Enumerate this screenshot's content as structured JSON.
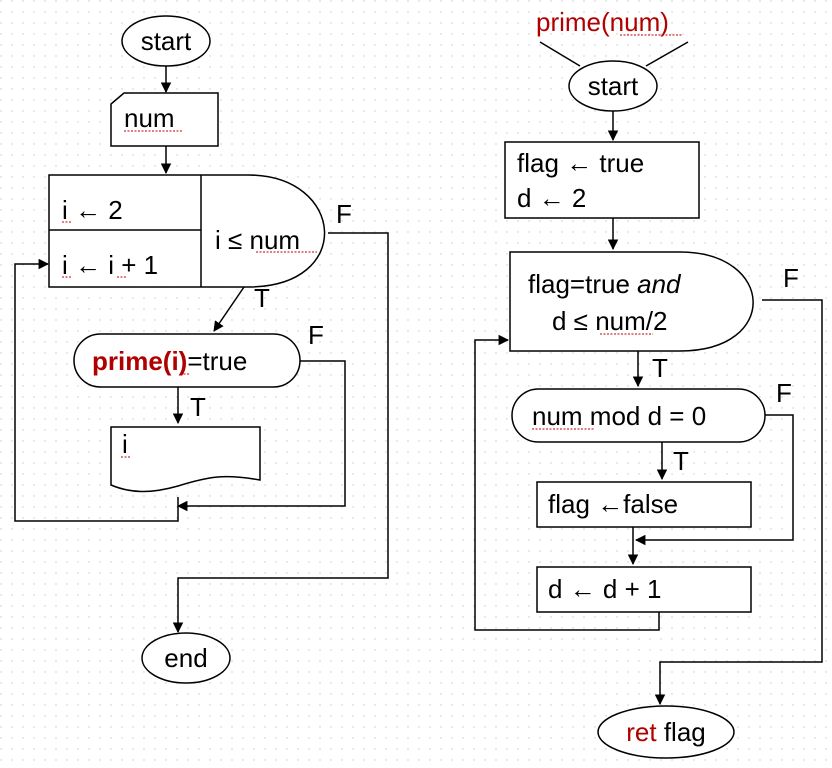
{
  "left": {
    "start_label": "start",
    "input_label": "num",
    "loop_init": {
      "var": "i",
      "rest": " ← 2"
    },
    "loop_step": {
      "var": "i",
      "mid": " ← ",
      "var2": "i",
      "rest": " + 1"
    },
    "loop_condition": {
      "pre": "i ≤ ",
      "var": "num"
    },
    "check_call": "prime(i)",
    "check_rest": "=true",
    "output_label": "i",
    "end_label": "end",
    "label_T1": "T",
    "label_F1": "F",
    "label_T2": "T",
    "label_F2": "F"
  },
  "right": {
    "func_header": {
      "pre": "prime(",
      "var": "num",
      "post": ")"
    },
    "start_label": "start",
    "init_line1": "flag ← true",
    "init_line2": "d ← 2",
    "cond_line1_a": "flag=true ",
    "cond_line1_b": "and",
    "cond_line2": {
      "pre": "d ≤ ",
      "var": "num",
      "post": "/2"
    },
    "mod_check": {
      "var": "num",
      "rest": " mod d = 0"
    },
    "assign_false": "flag ←false",
    "increment": "d ← d + 1",
    "return_kw": "ret",
    "return_var": " flag",
    "label_T1": "T",
    "label_F1": "F",
    "label_T2": "T",
    "label_F2": "F"
  },
  "colors": {
    "keyword": "#b00000",
    "line": "#000000",
    "grid": "#c8c8c8"
  }
}
